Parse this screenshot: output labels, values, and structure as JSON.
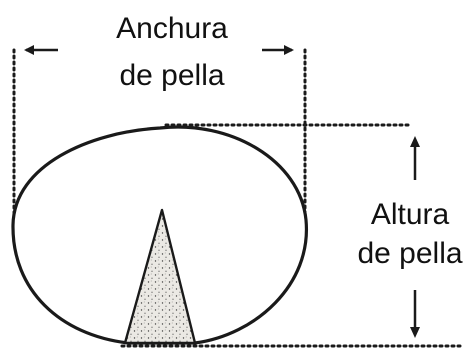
{
  "labels": {
    "width_line1": "Anchura",
    "width_line2": "de pella",
    "height_line1": "Altura",
    "height_line2": "de pella"
  },
  "colors": {
    "ink": "#1a1a1a",
    "stipple_fill": "#ebe9e4",
    "background": "#ffffff"
  }
}
